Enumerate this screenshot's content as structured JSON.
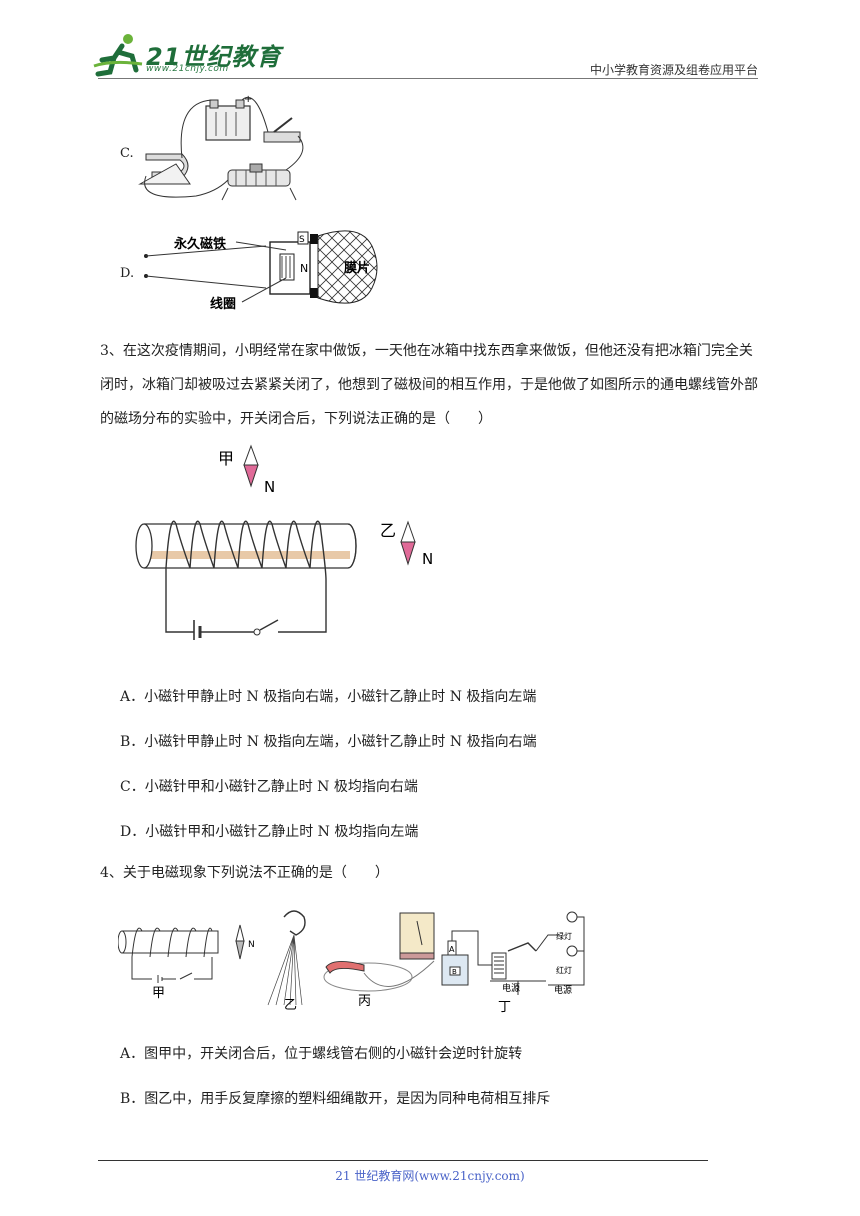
{
  "header": {
    "logo_text": "21世纪教育",
    "logo_url": "www.21cnjy.com",
    "platform": "中小学教育资源及组卷应用平台"
  },
  "prev_question": {
    "option_c_label": "C.",
    "option_d_label": "D.",
    "diagram_d": {
      "magnet_label": "永久磁铁",
      "membrane_label": "膜片",
      "coil_label": "线圈",
      "s_label": "S",
      "n_label": "N"
    }
  },
  "q3": {
    "text": "3、在这次疫情期间，小明经常在家中做饭，一天他在冰箱中找东西拿来做饭，但他还没有把冰箱门完全关闭时，冰箱门却被吸过去紧紧关闭了，他想到了磁极间的相互作用，于是他做了如图所示的通电螺线管外部的磁场分布的实验中，开关闭合后，下列说法正确的是（　　）",
    "figure": {
      "jia": "甲",
      "yi": "乙",
      "n_jia": "N",
      "n_yi": "N"
    },
    "options": [
      "A．小磁针甲静止时 N 极指向右端，小磁针乙静止时 N 极指向左端",
      "B．小磁针甲静止时 N 极指向左端，小磁针乙静止时 N 极指向右端",
      "C．小磁针甲和小磁针乙静止时 N 极均指向右端",
      "D．小磁针甲和小磁针乙静止时 N 极均指向左端"
    ]
  },
  "q4": {
    "text": "4、关于电磁现象下列说法不正确的是（　　）",
    "figure": {
      "jia": "甲",
      "yi": "乙",
      "bing": "丙",
      "ding": "丁",
      "n_label": "N",
      "green_lamp": "绿灯",
      "red_lamp": "红灯",
      "power1": "电源",
      "power2": "电源",
      "a_label": "A",
      "b_label": "B"
    },
    "options": [
      "A．图甲中，开关闭合后，位于螺线管右侧的小磁针会逆时针旋转",
      "B．图乙中，用手反复摩擦的塑料细绳散开，是因为同种电荷相互排斥"
    ]
  },
  "footer": {
    "text": "21 世纪教育网(www.21cnjy.com)"
  },
  "colors": {
    "needle_pink": "#e06a98",
    "logo_green": "#1f6e3a",
    "footer_blue": "#4a63c8",
    "core_tan": "#e8c9a8"
  }
}
